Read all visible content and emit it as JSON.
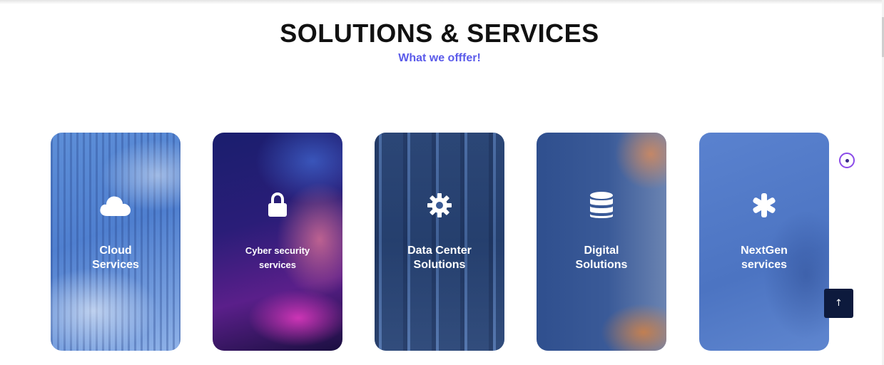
{
  "section": {
    "title": "SOLUTIONS & SERVICES",
    "subtitle": "What we offfer!"
  },
  "cards": [
    {
      "icon": "cloud-icon",
      "label_line1": "Cloud",
      "label_line2": "Services"
    },
    {
      "icon": "lock-icon",
      "label_line1": "Cyber security",
      "label_line2": "services"
    },
    {
      "icon": "gear-icon",
      "label_line1": "Data Center",
      "label_line2": "Solutions"
    },
    {
      "icon": "database-icon",
      "label_line1": "Digital",
      "label_line2": "Solutions"
    },
    {
      "icon": "asterisk-icon",
      "label_line1": "NextGen",
      "label_line2": "services"
    }
  ],
  "back_to_top": {
    "icon": "arrow-up-icon",
    "glyph": "↑"
  },
  "colors": {
    "title": "#111111",
    "subtitle": "#5b5bea",
    "back_to_top_bg": "#0d1a3d",
    "circle_accent": "#8a4ae8"
  }
}
